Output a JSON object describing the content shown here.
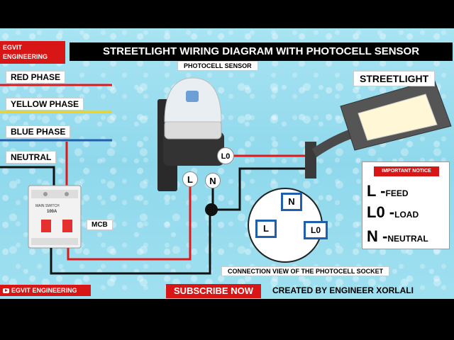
{
  "header": {
    "brand": "EGVIT ENGINEERING",
    "title": "STREETLIGHT WIRING DIAGRAM WITH PHOTOCELL SENSOR"
  },
  "phases": {
    "red": "RED PHASE",
    "yellow": "YELLOW PHASE",
    "blue": "BLUE PHASE",
    "neutral": "NEUTRAL"
  },
  "labels": {
    "photocell": "PHOTOCELL SENSOR",
    "streetlight": "STREETLIGHT",
    "mcb": "MCB",
    "mcb_brand": "MAIN SWITCH",
    "mcb_rating": "100A",
    "socket_caption": "CONNECTION VIEW OF THE PHOTOCELL SOCKET"
  },
  "terminals": {
    "l": "L",
    "n": "N",
    "lo": "L0"
  },
  "notice": {
    "heading": "IMPORTANT NOTICE",
    "rows": [
      {
        "key": "L -",
        "value": "FEED"
      },
      {
        "key": "L0 -",
        "value": "LOAD"
      },
      {
        "key": "N -",
        "value": "NEUTRAL"
      }
    ]
  },
  "footer": {
    "channel": "EGVIT ENGINEERING",
    "subscribe": "SUBSCRIBE NOW",
    "credit": "CREATED BY ENGINEER XORLALI"
  },
  "colors": {
    "red_wire": "#e01818",
    "yellow_wire": "#f2d21a",
    "blue_wire": "#1f5fae",
    "black_wire": "#111111",
    "banner_red": "#d81616"
  }
}
